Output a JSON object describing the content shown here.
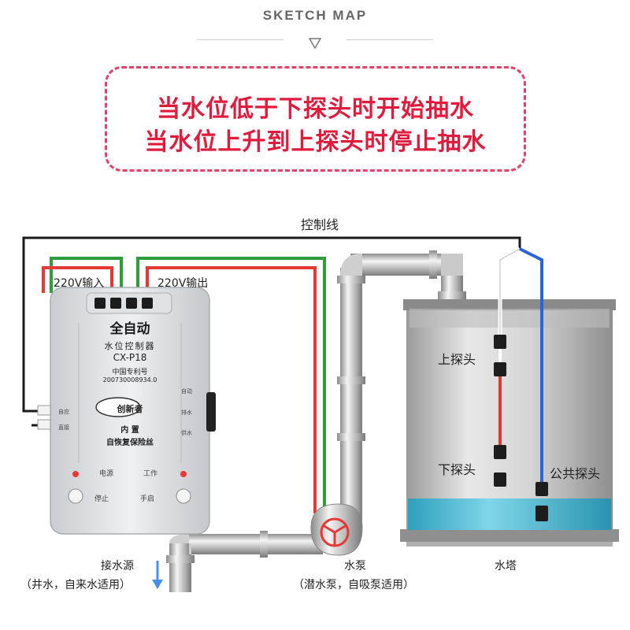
{
  "header": {
    "title": "SKETCH MAP"
  },
  "callout": {
    "line1": "当水位低于下探头时开始抽水",
    "line2": "当水位上升到上探头时停止抽水"
  },
  "labels": {
    "control_wire": "控制线",
    "input": "220V输入",
    "output": "220V输出",
    "upper_probe": "上探头",
    "lower_probe": "下探头",
    "common_probe": "公共探头",
    "water_source": "接水源",
    "water_source_note": "（井水，自来水适用）",
    "pump": "水泵",
    "pump_note": "（潜水泵，自吸泵适用）",
    "tower": "水塔"
  },
  "controller": {
    "title": "全自动",
    "subtitle": "水位控制器",
    "model": "CX-P18",
    "patent_label": "中国专利号",
    "patent_no": "200730008934.0",
    "brand": "创新者",
    "fuse_line1": "内 置",
    "fuse_line2": "自恢复保险丝",
    "power_label": "电源",
    "work_label": "工作",
    "stop_label": "停止",
    "manual_label": "手启",
    "mode_auto": "自动",
    "mode_drain": "排水",
    "mode_supply": "供水",
    "term_left1": "自应",
    "term_left2": "直接"
  },
  "colors": {
    "accent": "#e11b3c",
    "wire_red": "#e53935",
    "wire_green": "#2e9e3a",
    "wire_blue": "#2a64d6",
    "water": "#3fb6d0"
  }
}
